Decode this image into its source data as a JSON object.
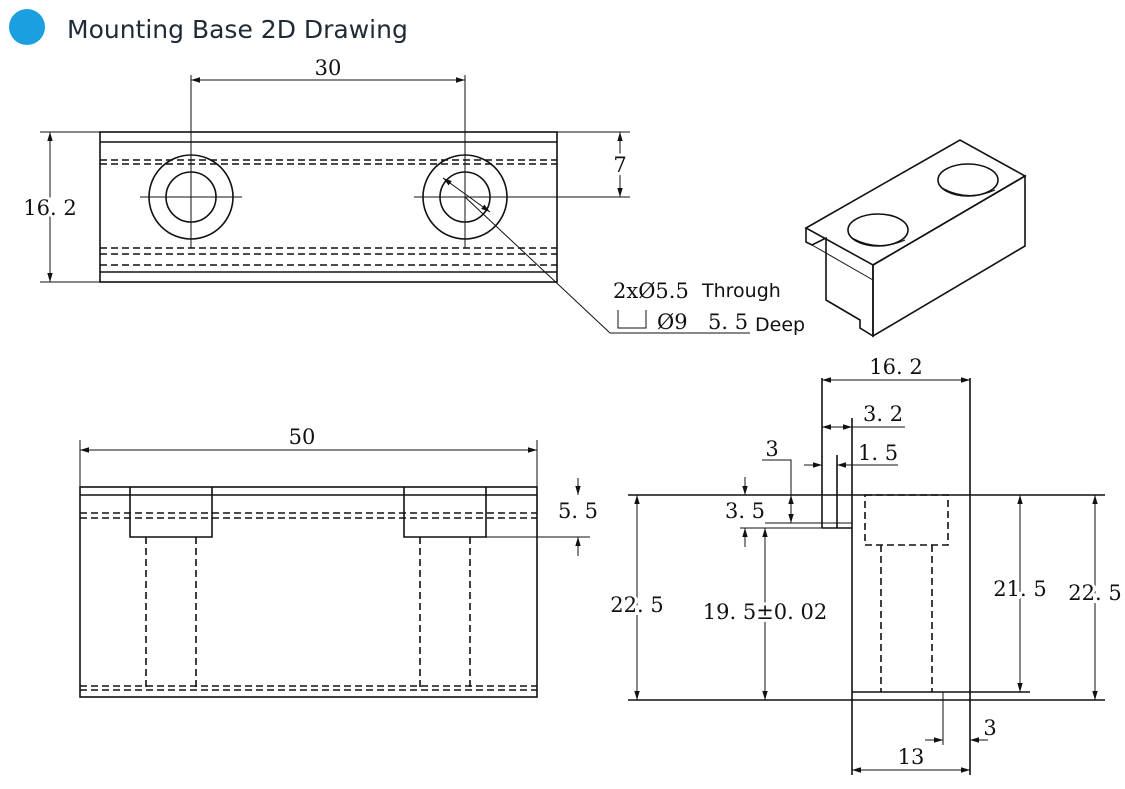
{
  "header": {
    "title": "Mounting Base 2D Drawing",
    "bullet_color": "#1a9fe0"
  },
  "top_view": {
    "dim_width": "30",
    "dim_height": "16. 2",
    "dim_offset": "7"
  },
  "callout": {
    "line1_prefix": "2xØ5.5",
    "line1_suffix": "Through",
    "line2_dia": "Ø9",
    "line2_depth": "5. 5",
    "line2_suffix": "Deep"
  },
  "front_view": {
    "dim_length": "50",
    "dim_depth": "5. 5"
  },
  "side_view": {
    "dim_width": "16. 2",
    "dim_3_2": "3. 2",
    "dim_1_5": "1. 5",
    "dim_3_top": "3",
    "dim_3_5": "3. 5",
    "dim_22_5_left": "22. 5",
    "dim_19_5": "19. 5±0. 02",
    "dim_21_5": "21. 5",
    "dim_22_5_right": "22. 5",
    "dim_13": "13",
    "dim_3_bottom": "3"
  }
}
